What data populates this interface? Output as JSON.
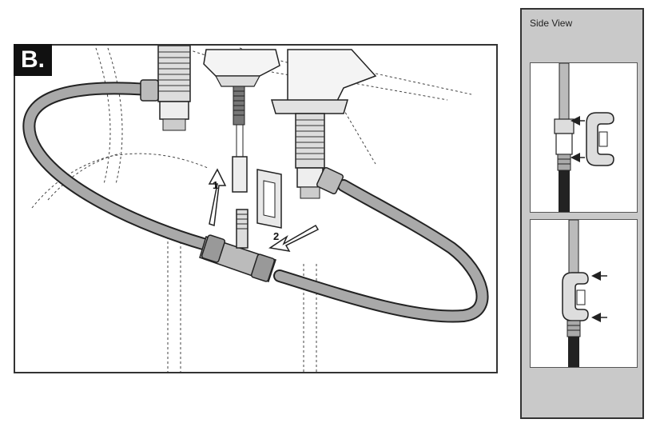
{
  "step_label": "B.",
  "side_view_title": "Side View",
  "callouts": {
    "step_1": "1",
    "step_2": "2"
  },
  "colors": {
    "hose_fill": "#a9a9a9",
    "hose_outline": "#222222",
    "panel_gray": "#c9c9c9",
    "badge_black": "#111111"
  }
}
